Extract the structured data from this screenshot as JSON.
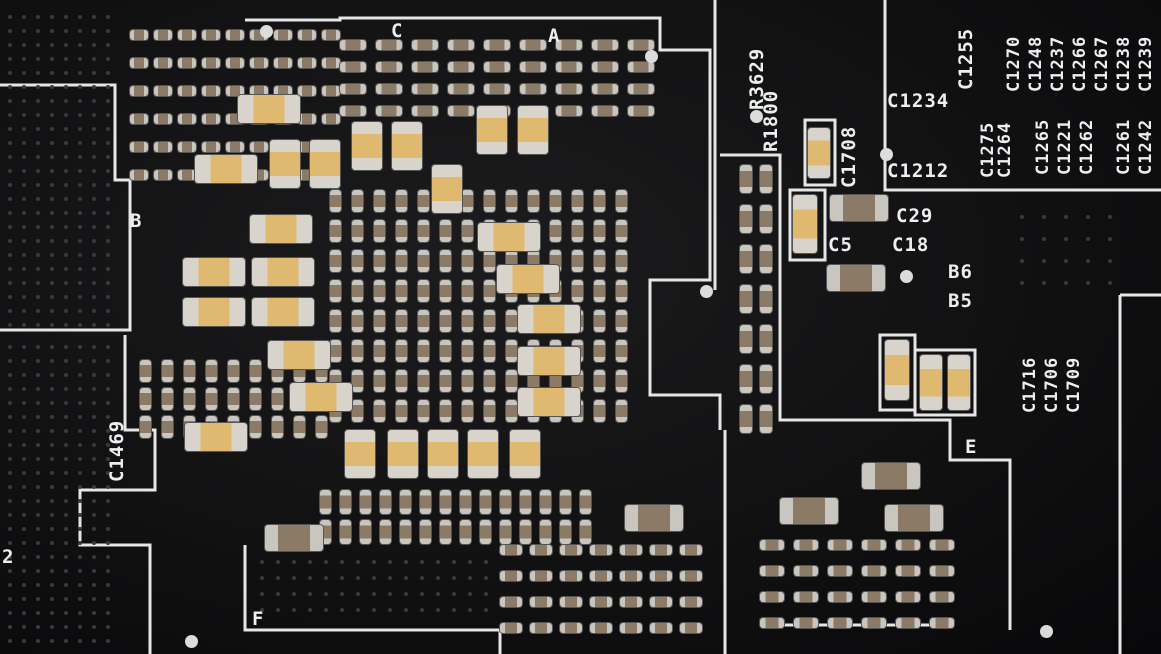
{
  "silkscreen": {
    "section_letters": [
      "C",
      "A",
      "B",
      "E",
      "F"
    ],
    "edge_digit": "2",
    "resistors": [
      "R3629",
      "R1800"
    ],
    "caps_mid": [
      "C1708",
      "C1234",
      "C1212",
      "C29",
      "C5",
      "C18"
    ],
    "beads": [
      "B6",
      "B5"
    ],
    "caps_top_right": [
      "C1255",
      "C1270",
      "C1248",
      "C1237",
      "C1266",
      "C1267",
      "C1238",
      "C1239"
    ],
    "caps_right_low": [
      "C1275",
      "C1264",
      "C1265",
      "C1221",
      "C1262",
      "C1261",
      "C1242"
    ],
    "caps_right_mid": [
      "C1716",
      "C1706",
      "C1709"
    ],
    "caps_left": [
      "C1469"
    ]
  },
  "colors": {
    "board": "#101011",
    "silkscreen": "#eceff0",
    "cap_body": "#e0b970"
  }
}
